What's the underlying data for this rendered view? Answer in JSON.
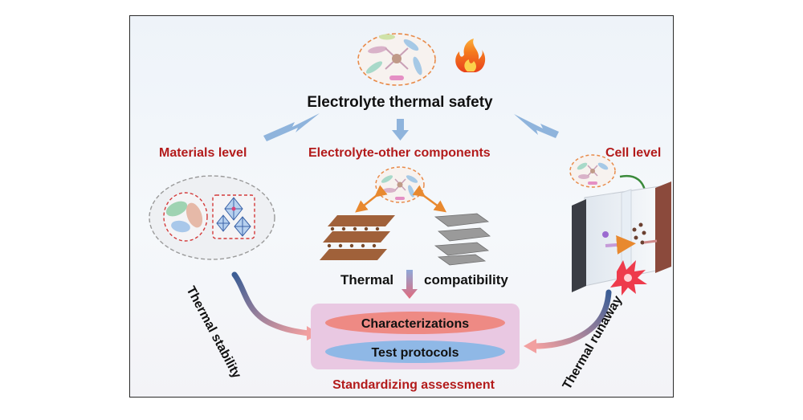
{
  "title": "Electrolyte thermal safety",
  "levels": {
    "materials": "Materials level",
    "components": "Electrolyte-other components",
    "cell": "Cell level"
  },
  "compatibility": {
    "left": "Thermal",
    "right": "compatibility"
  },
  "assessment": {
    "item1": "Characterizations",
    "item2": "Test protocols",
    "caption": "Standardizing assessment"
  },
  "side_labels": {
    "left": "Thermal stability",
    "right": "Thermal runaway"
  },
  "colors": {
    "heading_red": "#b31b1b",
    "black_text": "#111111",
    "arrow_blue": "#8fb4dc",
    "box_pink": "#e9c8e2",
    "pill_red": "#ee8a84",
    "pill_blue": "#8fb8e6",
    "dashed_orange": "#e88b4a"
  },
  "icons": [
    "flame-icon",
    "electrolyte-molecule-icon",
    "layered-cathode-icon",
    "graphite-anode-icon",
    "battery-cell-icon",
    "explosion-icon"
  ]
}
